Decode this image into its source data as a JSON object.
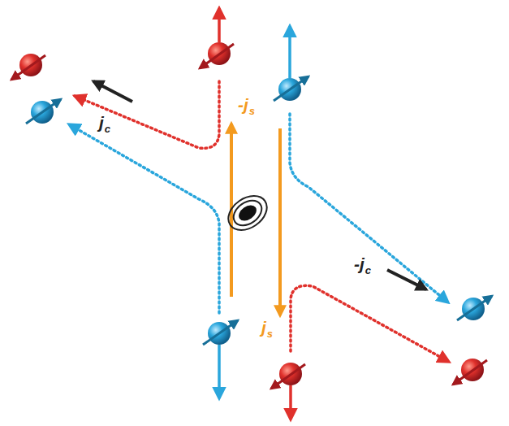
{
  "diagram": {
    "labels": [
      "-js",
      "jc",
      "-jc",
      "js"
    ]
  }
}
